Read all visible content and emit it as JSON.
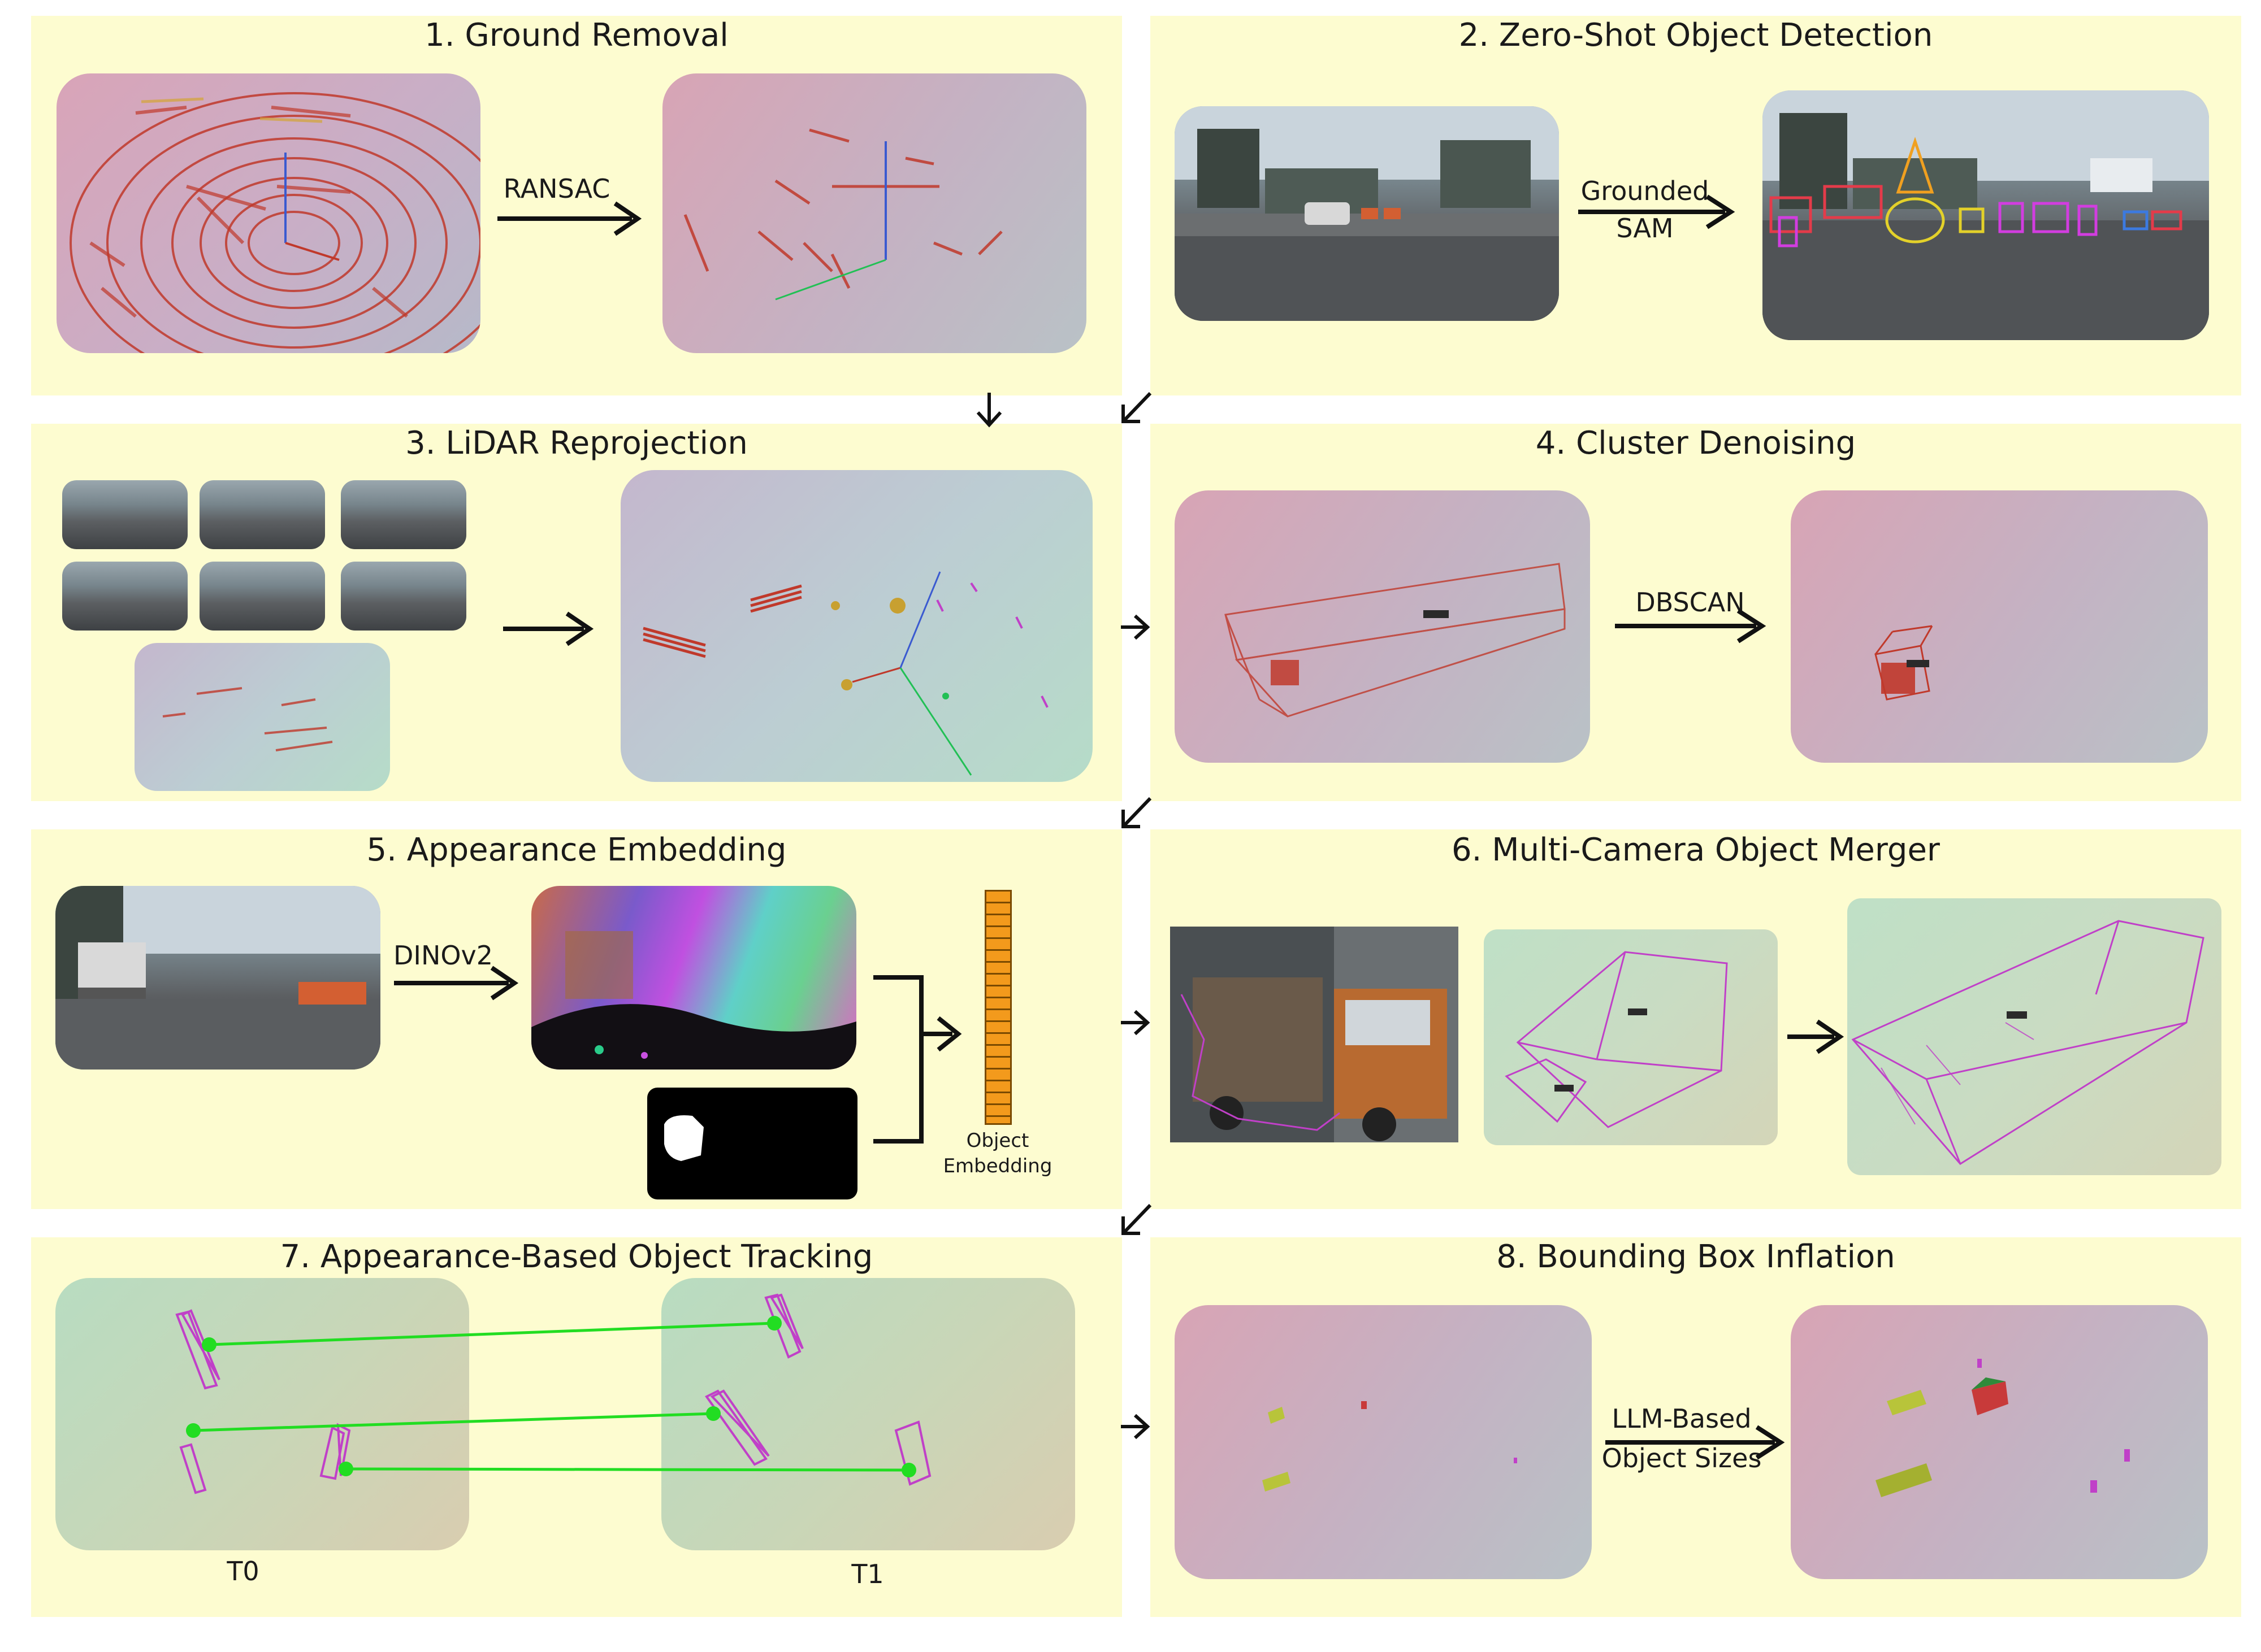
{
  "panels": {
    "p1": {
      "title": "1. Ground Removal",
      "method": "RANSAC"
    },
    "p2": {
      "title": "2. Zero-Shot Object Detection",
      "method_line1": "Grounded",
      "method_line2": "SAM"
    },
    "p3": {
      "title": "3. LiDAR Reprojection"
    },
    "p4": {
      "title": "4. Cluster Denoising",
      "method": "DBSCAN"
    },
    "p5": {
      "title": "5. Appearance Embedding",
      "method": "DINOv2",
      "embedding_line1": "Object",
      "embedding_line2": "Embedding"
    },
    "p6": {
      "title": "6. Multi-Camera Object Merger"
    },
    "p7": {
      "title": "7. Appearance-Based Object Tracking",
      "t0": "T0",
      "t1": "T1"
    },
    "p8": {
      "title": "8. Bounding Box Inflation",
      "method_line1": "LLM-Based",
      "method_line2": "Object Sizes"
    }
  },
  "icons": {
    "flow_right": "arrow-right-icon",
    "flow_down": "arrow-down-icon",
    "flow_downleft": "arrow-down-left-icon"
  },
  "colors": {
    "panel_bg": "#fdfcd0",
    "track_line": "#22dd22",
    "bbox_magenta": "#c040c8",
    "lidar_red": "#c0392b",
    "box_olive": "#b8c43a",
    "box_red": "#c83a3a"
  }
}
